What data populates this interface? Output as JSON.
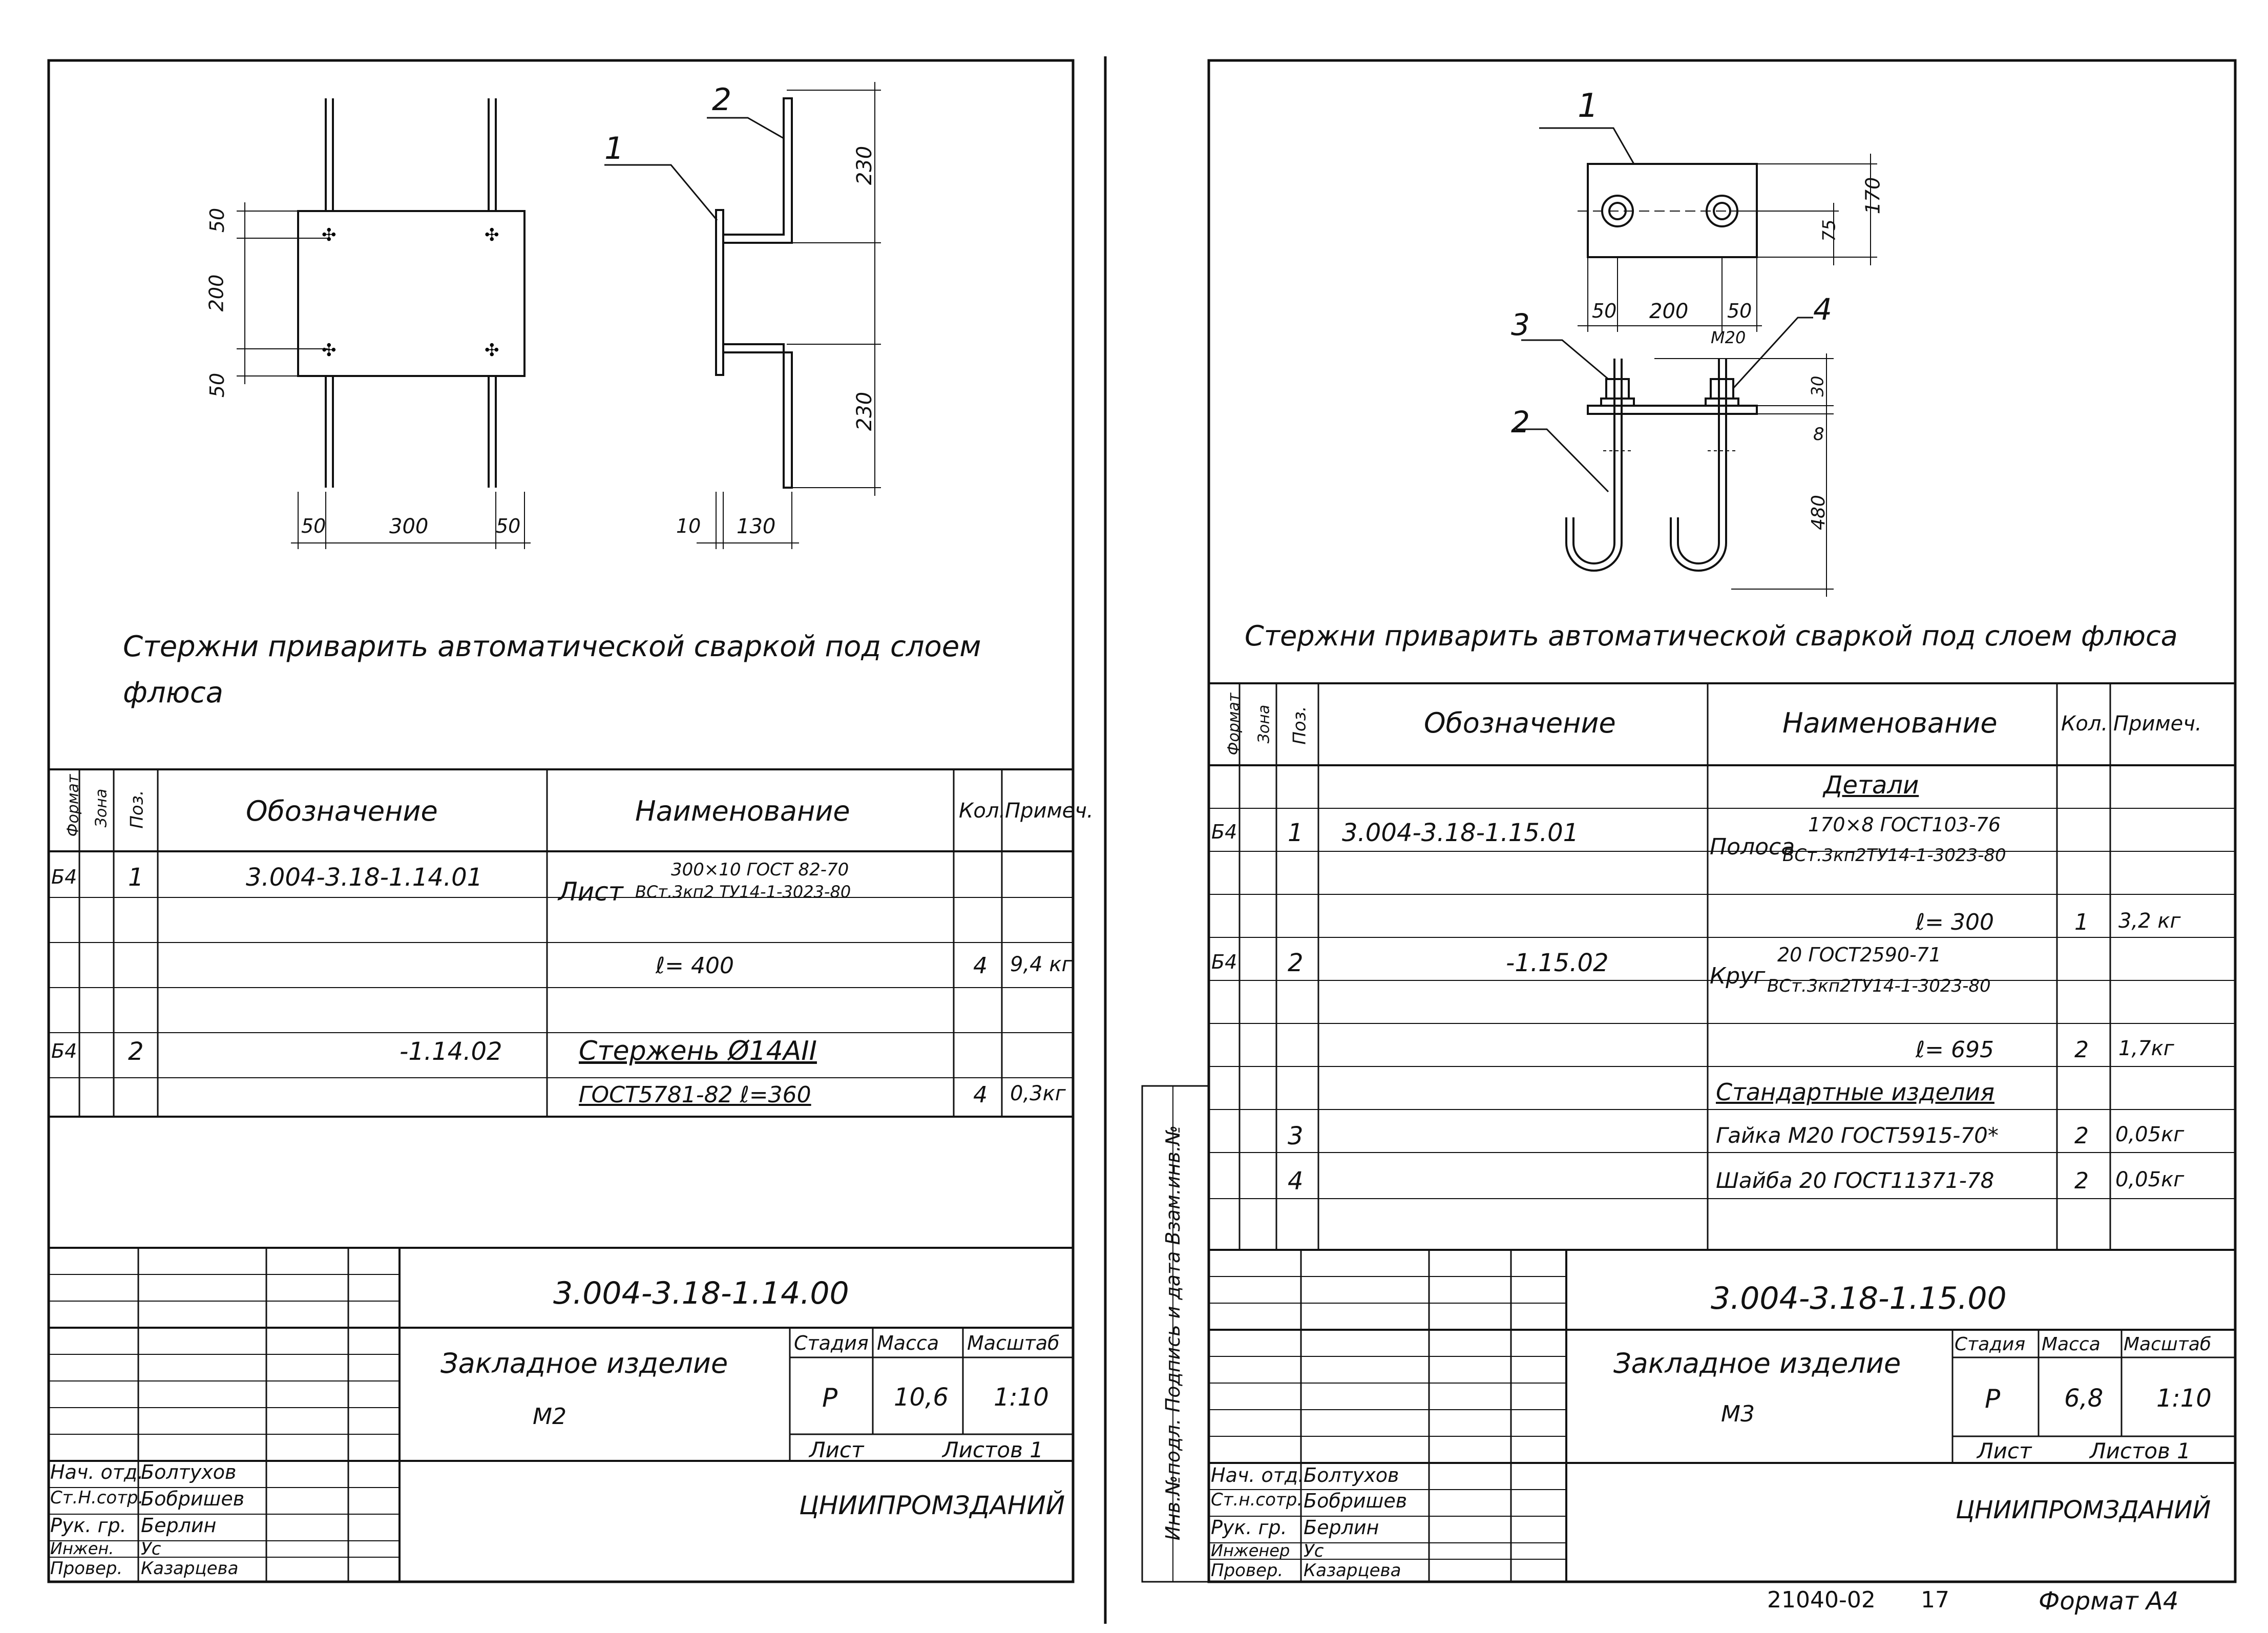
{
  "left_sheet": {
    "drawing": {
      "pos_1": "1",
      "pos_2": "2",
      "dims": {
        "d50_top": "50",
        "d200": "200",
        "d50_bottom": "50",
        "d50_left": "50",
        "d300": "300",
        "d50_right": "50",
        "d230_top": "230",
        "d230_bottom": "230",
        "d10": "10",
        "d130": "130"
      }
    },
    "note_line1": "Стержни приварить автоматической сваркой под слоем",
    "note_line2": "флюса",
    "spec_headers": {
      "format": "Формат",
      "zone": "Зона",
      "pos": "Поз.",
      "designation": "Обозначение",
      "name": "Наименование",
      "qty": "Кол.",
      "note": "Примеч."
    },
    "spec_rows": [
      {
        "format": "Б4",
        "pos": "1",
        "designation": "3.004-3.18-1.14.01",
        "name_main": "Лист",
        "name_sup": "300×10 ГОСТ 82-70",
        "name_sub": "ВСт.3кп2 ТУ14-1-3023-80",
        "qty": "",
        "note": ""
      },
      {
        "format": "",
        "pos": "",
        "designation": "",
        "name_main": "ℓ= 400",
        "name_sup": "",
        "name_sub": "",
        "qty": "4",
        "note": "9,4 кг"
      },
      {
        "format": "Б4",
        "pos": "2",
        "designation": "-1.14.02",
        "name_main": "Стержень Ø14АII",
        "name_sup": "",
        "name_sub": "",
        "qty": "",
        "note": ""
      },
      {
        "format": "",
        "pos": "",
        "designation": "",
        "name_main": "ГОСТ5781-82 ℓ=360",
        "name_sup": "",
        "name_sub": "",
        "qty": "4",
        "note": "0,3кг"
      }
    ],
    "title_block": {
      "doc_number": "3.004-3.18-1.14.00",
      "item_title": "Закладное изделие",
      "item_code": "М2",
      "stage_label": "Стадия",
      "mass_label": "Масса",
      "scale_label": "Масштаб",
      "stage": "Р",
      "mass": "10,6",
      "scale": "1:10",
      "sheet_label": "Лист",
      "sheets_label": "Листов 1",
      "org": "ЦНИИПРОМЗДАНИЙ",
      "signers": [
        {
          "role": "Нач. отд.",
          "name": "Болтухов"
        },
        {
          "role": "Ст.Н.сотр.",
          "name": "Бобришев"
        },
        {
          "role": "Рук. гр.",
          "name": "Берлин"
        },
        {
          "role": "Инжен.",
          "name": "Ус"
        },
        {
          "role": "Провер.",
          "name": "Казарцева"
        }
      ]
    }
  },
  "right_sheet": {
    "drawing": {
      "pos_1": "1",
      "pos_2": "2",
      "pos_3": "3",
      "pos_4": "4",
      "dims": {
        "d170": "170",
        "d75": "75",
        "d50a": "50",
        "d200": "200",
        "d50b": "50",
        "m20": "М20",
        "d30": "30",
        "d8": "8",
        "d480": "480"
      }
    },
    "note_line1": "Стержни приварить автоматической сваркой под слоем флюса",
    "spec_headers": {
      "format": "Формат",
      "zone": "Зона",
      "pos": "Поз.",
      "designation": "Обозначение",
      "name": "Наименование",
      "qty": "Кол.",
      "note": "Примеч."
    },
    "spec_rows": [
      {
        "format": "",
        "pos": "",
        "designation": "",
        "name_main": "Детали",
        "name_sup": "",
        "name_sub": "",
        "qty": "",
        "note": "",
        "underline": true
      },
      {
        "format": "Б4",
        "pos": "1",
        "designation": "3.004-3.18-1.15.01",
        "name_main": "Полоса",
        "name_sup": "170×8 ГОСТ103-76",
        "name_sub": "ВСт.3кп2ТУ14-1-3023-80",
        "qty": "",
        "note": ""
      },
      {
        "format": "",
        "pos": "",
        "designation": "",
        "name_main": "ℓ= 300",
        "name_sup": "",
        "name_sub": "",
        "qty": "1",
        "note": "3,2 кг"
      },
      {
        "format": "Б4",
        "pos": "2",
        "designation": "-1.15.02",
        "name_main": "Круг",
        "name_sup": "20 ГОСТ2590-71",
        "name_sub": "ВСт.3кп2ТУ14-1-3023-80",
        "qty": "",
        "note": ""
      },
      {
        "format": "",
        "pos": "",
        "designation": "",
        "name_main": "ℓ= 695",
        "name_sup": "",
        "name_sub": "",
        "qty": "2",
        "note": "1,7кг"
      },
      {
        "format": "",
        "pos": "",
        "designation": "",
        "name_main": "Стандартные изделия",
        "name_sup": "",
        "name_sub": "",
        "qty": "",
        "note": "",
        "underline": true
      },
      {
        "format": "",
        "pos": "3",
        "designation": "",
        "name_main": "Гайка М20 ГОСТ5915-70*",
        "name_sup": "",
        "name_sub": "",
        "qty": "2",
        "note": "0,05кг"
      },
      {
        "format": "",
        "pos": "4",
        "designation": "",
        "name_main": "Шайба 20 ГОСТ11371-78",
        "name_sup": "",
        "name_sub": "",
        "qty": "2",
        "note": "0,05кг"
      }
    ],
    "side_stamp": "Инв.№подл. Подпись и дата Взам.инв.№",
    "title_block": {
      "doc_number": "3.004-3.18-1.15.00",
      "item_title": "Закладное изделие",
      "item_code": "М3",
      "stage_label": "Стадия",
      "mass_label": "Масса",
      "scale_label": "Масштаб",
      "stage": "Р",
      "mass": "6,8",
      "scale": "1:10",
      "sheet_label": "Лист",
      "sheets_label": "Листов 1",
      "org": "ЦНИИПРОМЗДАНИЙ",
      "signers": [
        {
          "role": "Нач. отд.",
          "name": "Болтухов"
        },
        {
          "role": "Ст.н.сотр.",
          "name": "Бобришев"
        },
        {
          "role": "Рук. гр.",
          "name": "Берлин"
        },
        {
          "role": "Инженер",
          "name": "Ус"
        },
        {
          "role": "Провер.",
          "name": "Казарцева"
        }
      ]
    },
    "footer": {
      "code": "21040-02",
      "page": "17",
      "format": "Формат А4"
    }
  }
}
